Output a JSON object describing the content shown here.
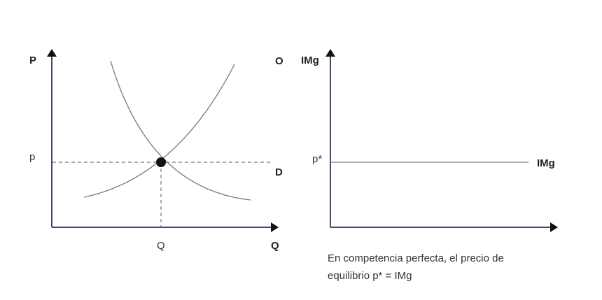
{
  "colors": {
    "axis": "#3c4a6b",
    "curve": "#777788",
    "dashed": "#777777",
    "text": "#222222",
    "point": "#111111"
  },
  "left_graph": {
    "y_axis_label": "P",
    "x_axis_label": "Q",
    "price_tick": "p",
    "quantity_tick": "Q",
    "supply_label": "O",
    "demand_label": "D"
  },
  "right_graph": {
    "y_axis_label": "IMg",
    "price_tick": "p*",
    "line_label": "IMg"
  },
  "caption": {
    "line1": "En competencia perfecta, el precio de",
    "line2": "equilibrio p* = IMg"
  }
}
